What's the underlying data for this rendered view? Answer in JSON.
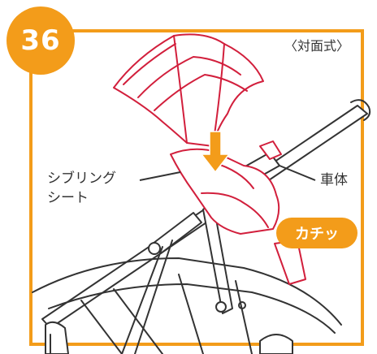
{
  "step": {
    "number": "36"
  },
  "mode_label": "〈対面式〉",
  "callouts": {
    "seat_line1": "シブリング",
    "seat_line2": "シート",
    "chassis": "車体"
  },
  "click_badge": "カチッ",
  "colors": {
    "accent": "#f39c1a",
    "seat_outline": "#d21f3c",
    "frame_line": "#333333",
    "down_arrow": "#f39c1a"
  },
  "icons": [
    "down-arrow-icon",
    "click-badge-icon"
  ]
}
